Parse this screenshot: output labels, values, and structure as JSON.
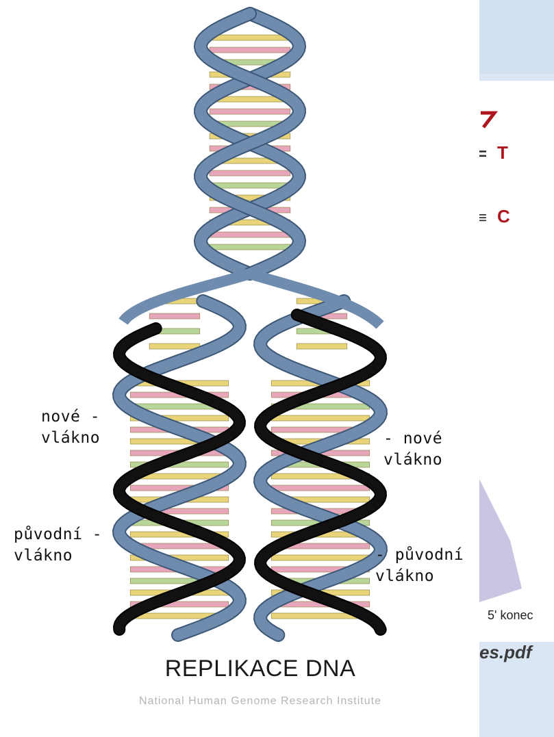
{
  "slide": {
    "colors": {
      "panel": "#dbe6f4",
      "letter_red": "#b0141c",
      "lilac": "#c9c5e3"
    },
    "pair_1_symbol": "=",
    "pair_1_letter": "T",
    "pair_2_symbol": "≡",
    "pair_2_letter": "C",
    "end_label": "5' konec",
    "file_fragment": "es.pdf"
  },
  "diagram": {
    "colors": {
      "strand_blue": "#6f8cae",
      "strand_dark": "#3d5877",
      "new_strand": "#111111",
      "rung_yellow": "#e9d47a",
      "rung_pink": "#e7a6ba",
      "rung_green": "#b8d69a"
    },
    "left_new_label": "nové -\nvlákno",
    "left_old_label": "původní -\nvlákno",
    "right_new_label": "- nové\nvlákno",
    "right_old_label": "- původní\nvlákno",
    "caption": "REPLIKACE DNA",
    "credit": "National Human Genome Research Institute"
  }
}
